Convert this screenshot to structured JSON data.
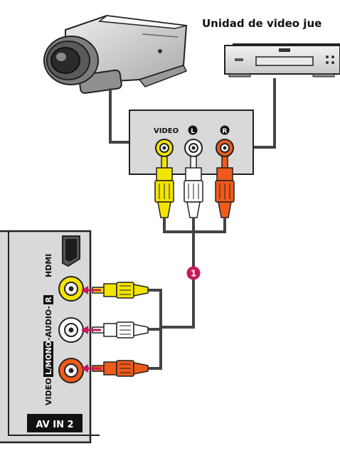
{
  "devices": {
    "playback_unit_label": "Unidad de video jue",
    "camcorder_icon": "camcorder-icon",
    "vcr_icon": "video-player-icon"
  },
  "jack_panel": {
    "video_label": "VIDEO",
    "left_badge": "L",
    "right_badge": "R"
  },
  "tv_panel": {
    "hdmi_label": "HDMI",
    "vertical_label_prefix": "VIDEO",
    "mono_label": "L/MONO",
    "audio_label": "-AUDIO-",
    "right_badge": "R",
    "av_in_label": "AV IN 2"
  },
  "callout": {
    "step_number": "1"
  },
  "colors": {
    "video": "#f2e400",
    "audio_left": "#ffffff",
    "audio_right": "#f05a1a",
    "arrow": "#c8185a",
    "callout": "#c8185a",
    "panel_gray": "#d9d9d9"
  }
}
